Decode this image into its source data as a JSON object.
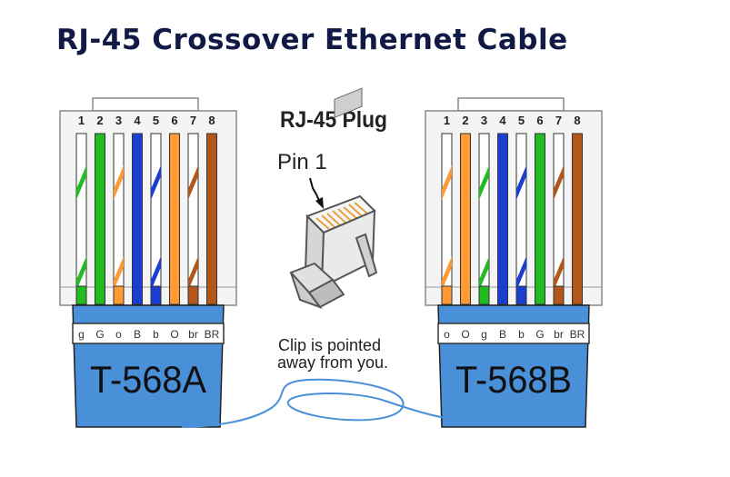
{
  "title": "RJ-45 Crossover Ethernet Cable",
  "plug": {
    "heading": "RJ-45 Plug",
    "pin_label": "Pin 1",
    "note_line1": "Clip is pointed",
    "note_line2": "away from you."
  },
  "connectors": [
    {
      "id": "left",
      "standard": "T-568A",
      "pins": [
        "1",
        "2",
        "3",
        "4",
        "5",
        "6",
        "7",
        "8"
      ],
      "codes": [
        "g",
        "G",
        "o",
        "B",
        "b",
        "O",
        "br",
        "BR"
      ],
      "wires": [
        {
          "color": "#22bb22",
          "striped": true
        },
        {
          "color": "#22bb22",
          "striped": false
        },
        {
          "color": "#ff9933",
          "striped": true
        },
        {
          "color": "#1a3fd0",
          "striped": false
        },
        {
          "color": "#1a3fd0",
          "striped": true
        },
        {
          "color": "#ff9933",
          "striped": false
        },
        {
          "color": "#b3561a",
          "striped": true
        },
        {
          "color": "#b3561a",
          "striped": false
        }
      ]
    },
    {
      "id": "right",
      "standard": "T-568B",
      "pins": [
        "1",
        "2",
        "3",
        "4",
        "5",
        "6",
        "7",
        "8"
      ],
      "codes": [
        "o",
        "O",
        "g",
        "B",
        "b",
        "G",
        "br",
        "BR"
      ],
      "wires": [
        {
          "color": "#ff9933",
          "striped": true
        },
        {
          "color": "#ff9933",
          "striped": false
        },
        {
          "color": "#22bb22",
          "striped": true
        },
        {
          "color": "#1a3fd0",
          "striped": false
        },
        {
          "color": "#1a3fd0",
          "striped": true
        },
        {
          "color": "#22bb22",
          "striped": false
        },
        {
          "color": "#b3561a",
          "striped": true
        },
        {
          "color": "#b3561a",
          "striped": false
        }
      ]
    }
  ],
  "colors": {
    "title": "#111a44",
    "boot": "#4a90d9",
    "cable": "#4a90d9"
  }
}
